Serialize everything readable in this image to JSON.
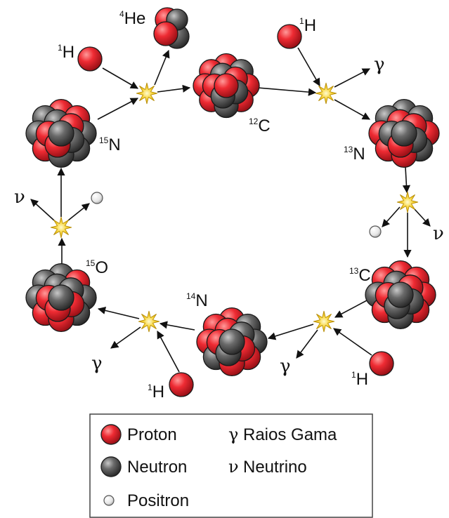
{
  "nuclei": {
    "c12": {
      "mass": "12",
      "symbol": "C"
    },
    "n13": {
      "mass": "13",
      "symbol": "N"
    },
    "c13": {
      "mass": "13",
      "symbol": "C"
    },
    "n14": {
      "mass": "14",
      "symbol": "N"
    },
    "o15": {
      "mass": "15",
      "symbol": "O"
    },
    "n15": {
      "mass": "15",
      "symbol": "N"
    },
    "he4": {
      "mass": "4",
      "symbol": "He"
    }
  },
  "hydrogen": {
    "mass": "1",
    "symbol": "H"
  },
  "gamma_symbol": "γ",
  "neutrino_symbol": "ν",
  "legend": {
    "proton": "Proton",
    "neutron": "Neutron",
    "positron": "Positron",
    "gamma": "Raios Gama",
    "neutrino": "Neutrino"
  },
  "colors": {
    "proton": "#e0202a",
    "neutron": "#5a5a5a",
    "positron": "#e8e8e8",
    "flash": "#f5d033"
  }
}
